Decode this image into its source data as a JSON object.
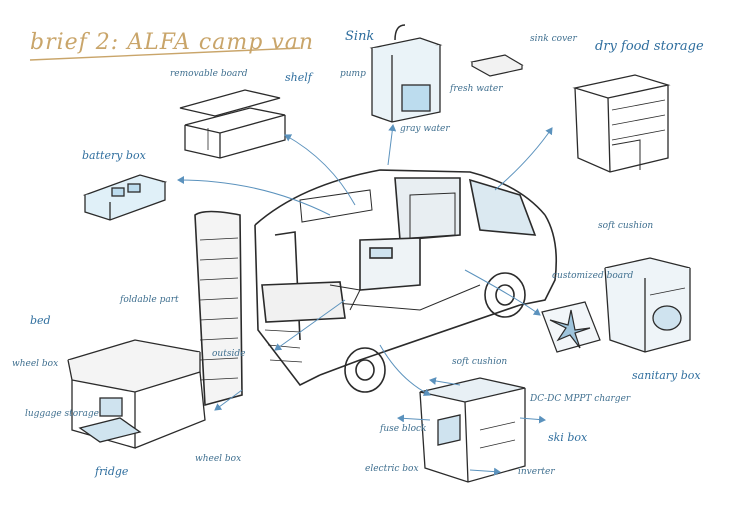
{
  "title": "brief 2: ALFA camp van",
  "labels": {
    "sink": "Sink",
    "sink_cover": "sink cover",
    "pump": "pump",
    "fresh_water": "fresh water",
    "gray_water": "gray water",
    "dry_food_storage": "dry food storage",
    "shelf": "shelf",
    "removable_board": "removable board",
    "battery_box": "battery box",
    "bed": "bed",
    "foldable_part": "foldable part",
    "wheel_box": "wheel box",
    "luggage_storage": "luggage storage",
    "fridge": "fridge",
    "wheel_box_2": "wheel box",
    "soft_cushion": "soft cushion",
    "customized_board": "customized board",
    "sanitary_box": "sanitary box",
    "soft_cushion_2": "soft cushion",
    "dc_dc_charger": "DC-DC MPPT charger",
    "ski_box": "ski box",
    "fuse_block": "fuse block",
    "electric_box": "electric box",
    "inverter": "inverter",
    "outside": "outside"
  },
  "colors": {
    "ink": "#2b2b2b",
    "accent_blue": "#3b7fb0",
    "light_blue": "#bfe0f0",
    "title_gold": "#c9a56a"
  }
}
